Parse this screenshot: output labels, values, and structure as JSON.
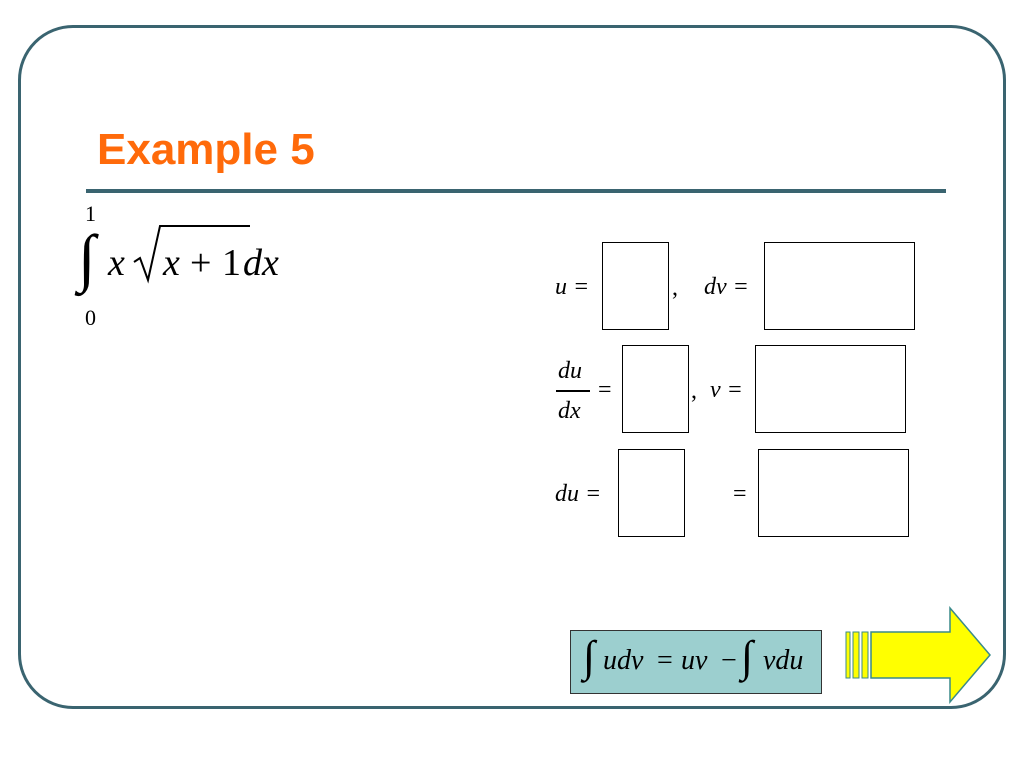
{
  "slide": {
    "title": "Example 5",
    "integral": {
      "upper": "1",
      "lower": "0",
      "x1": "x",
      "x2": "x",
      "plus": "+",
      "one": "1",
      "dx": "dx"
    },
    "rows": [
      {
        "left": "u =",
        "comma": ",",
        "right": "dv ="
      },
      {
        "num": "du",
        "den": "dx",
        "eq": "=",
        "comma": ",",
        "right": "v ="
      },
      {
        "left": "du =",
        "right": "="
      }
    ],
    "formula": {
      "a": "udv",
      "eq": "=",
      "uv": "uv",
      "minus": "−",
      "b": "vdu"
    },
    "colors": {
      "title": "#ff6a0a",
      "frame": "#3a6470",
      "formula_bg": "#9ccfcf",
      "arrow_fill": "#ffff00",
      "arrow_stroke": "#3a8a8a"
    },
    "icons": {
      "next": "right-arrow-icon",
      "integral": "integral-sign-icon"
    }
  }
}
